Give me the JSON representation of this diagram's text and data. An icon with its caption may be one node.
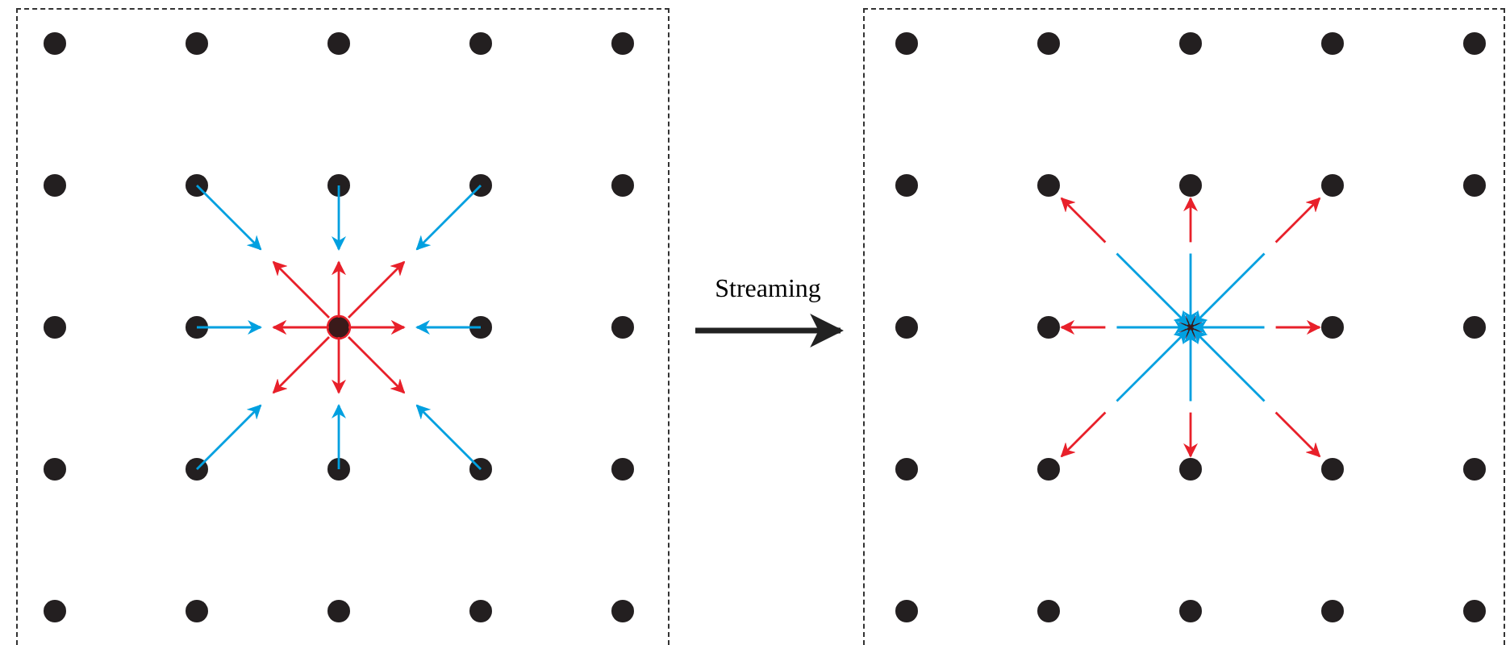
{
  "diagram": {
    "nodes": [
      {
        "text": [],
        "shape": "box"
      },
      {
        "text": [],
        "shape": "box"
      }
    ],
    "edges": [
      {
        "from": 0,
        "to": 1,
        "arrow": "to",
        "label": "Streaming"
      }
    ]
  }
}
